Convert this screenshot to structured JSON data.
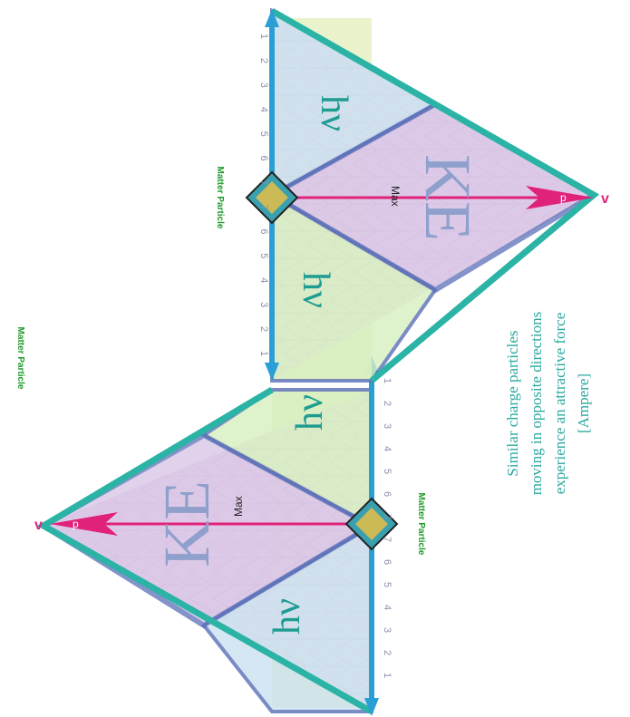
{
  "diagram": {
    "labels": {
      "matter_particle": "Matter Particle",
      "ke": "KE",
      "max": "Max",
      "p": "p",
      "v": "v",
      "h_nu": "hν"
    },
    "ruler_numbers_left": [
      "1",
      "2",
      "3",
      "4",
      "5",
      "6",
      "7",
      "7",
      "6",
      "5",
      "4",
      "3",
      "2",
      "1"
    ],
    "ruler_numbers_right": [
      "1",
      "2",
      "3",
      "4",
      "5",
      "6",
      "7",
      "7",
      "6",
      "5",
      "4",
      "3",
      "2",
      "1"
    ],
    "caption_lines": [
      "Similar charge particles",
      "moving in opposite directions",
      "experience an attractive force",
      "[Ampere]"
    ],
    "colors": {
      "outer_border": "#2bb3a6",
      "inner_border": "#5b6fb8",
      "ke_arrow": "#e0227a",
      "axis_arrow": "#2a9fd6",
      "matter_label": "#1f9a2a",
      "caption": "#2aa9a0"
    }
  }
}
